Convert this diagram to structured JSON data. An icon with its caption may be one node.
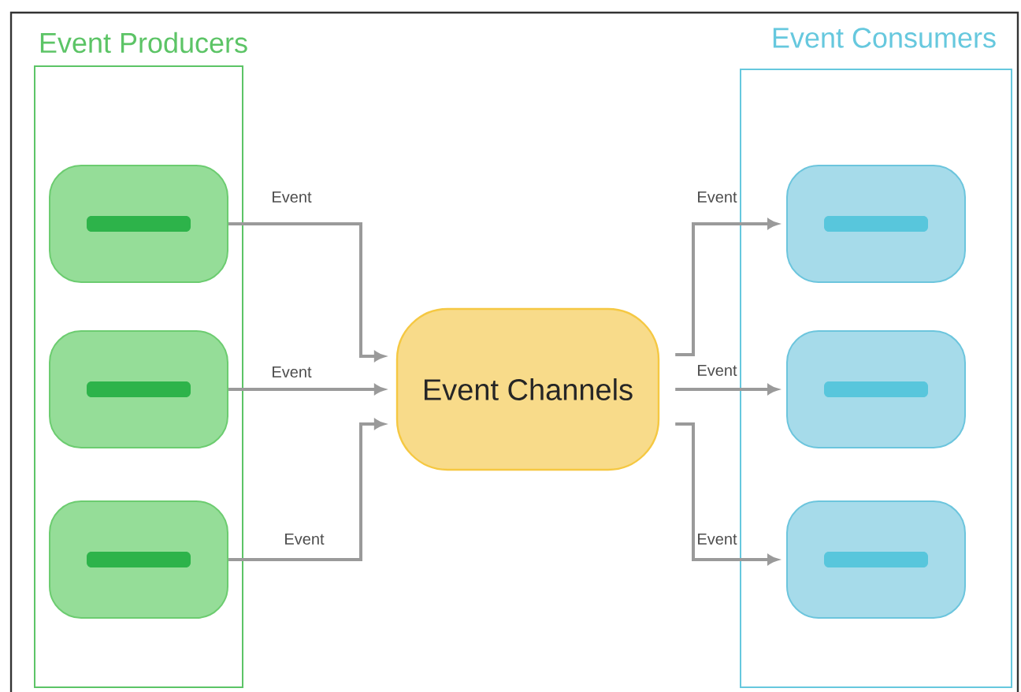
{
  "diagram": {
    "nodes": [
      {
        "text": [
          "Event Producers"
        ]
      },
      {
        "text": [],
        "shape": "box",
        "in": 0
      },
      {
        "text": [],
        "shape": "box",
        "in": 0
      },
      {
        "text": [],
        "shape": "box",
        "in": 0
      },
      {
        "text": [
          "Event Channels"
        ]
      },
      {
        "text": [
          "Event Consumers"
        ]
      },
      {
        "text": [],
        "shape": "box",
        "in": 5
      },
      {
        "text": [],
        "shape": "box",
        "in": 5
      },
      {
        "text": [],
        "shape": "box",
        "in": 5
      }
    ],
    "edges": [
      {
        "from": 1,
        "to": 4,
        "arrow": "to",
        "label": "Event"
      },
      {
        "from": 2,
        "to": 4,
        "arrow": "to",
        "label": "Event"
      },
      {
        "from": 3,
        "to": 4,
        "arrow": "to",
        "label": "Event"
      },
      {
        "from": 4,
        "to": 6,
        "arrow": "to",
        "label": "Event"
      },
      {
        "from": 4,
        "to": 7,
        "arrow": "to",
        "label": "Event"
      },
      {
        "from": 4,
        "to": 8,
        "arrow": "to",
        "label": "Event"
      }
    ]
  }
}
